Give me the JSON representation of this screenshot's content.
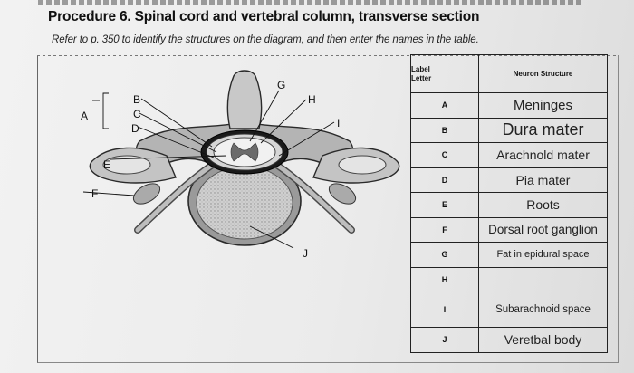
{
  "header": {
    "title": "Procedure 6. Spinal cord and vertebral column, transverse section",
    "instructions": "Refer to p. 350 to identify the structures on the diagram, and then enter the names in the table."
  },
  "diagram": {
    "labels": [
      "A",
      "B",
      "C",
      "D",
      "E",
      "F",
      "G",
      "H",
      "I",
      "J"
    ]
  },
  "table": {
    "col_letter_header": [
      "Label",
      "Letter"
    ],
    "col_structure_header": "Neuron Structure",
    "rows": [
      {
        "letter": "A",
        "answer": "Meninges"
      },
      {
        "letter": "B",
        "answer": "Dura mater"
      },
      {
        "letter": "C",
        "answer": "Arachnold mater"
      },
      {
        "letter": "D",
        "answer": "Pia mater"
      },
      {
        "letter": "E",
        "answer": "Roots"
      },
      {
        "letter": "F",
        "answer": "Dorsal root ganglion"
      },
      {
        "letter": "G",
        "answer": "Fat in epidural space"
      },
      {
        "letter": "H",
        "answer": ""
      },
      {
        "letter": "I",
        "answer": "Subarachnoid  space"
      },
      {
        "letter": "J",
        "answer": "Veretbal body"
      }
    ]
  }
}
